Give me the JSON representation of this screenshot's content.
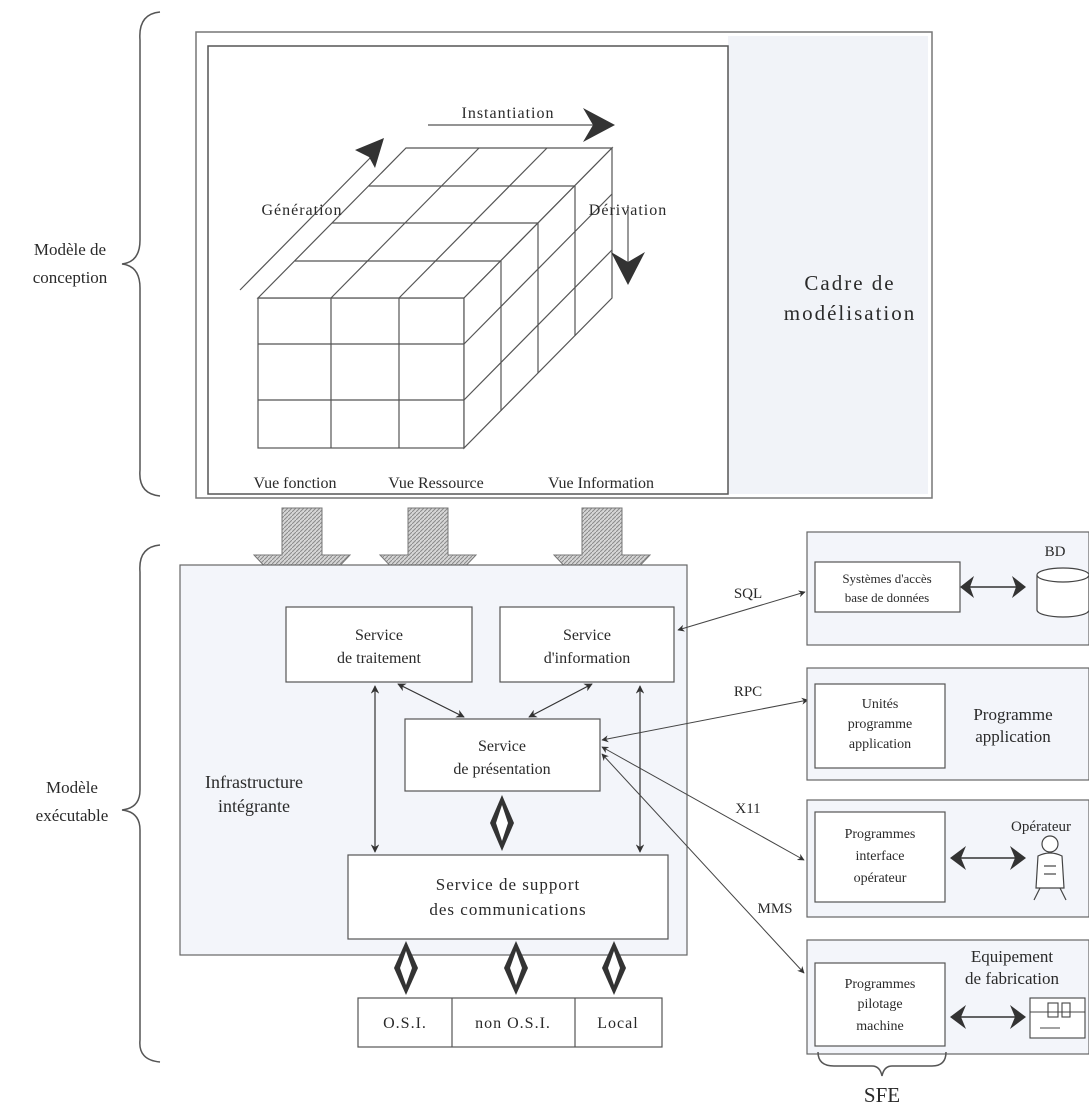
{
  "design_model": {
    "line1": "Modèle de",
    "line2": "conception"
  },
  "exec_model": {
    "line1": "Modèle",
    "line2": "exécutable"
  },
  "framework": {
    "line1": "Cadre de",
    "line2": "modélisation"
  },
  "cube": {
    "instantiation": "Instantiation",
    "generation": "Génération",
    "derivation": "Dérivation",
    "views": [
      "Vue fonction",
      "Vue Ressource",
      "Vue Information"
    ]
  },
  "infrastructure": {
    "line1": "Infrastructure",
    "line2": "intégrante"
  },
  "services": {
    "processing": {
      "line1": "Service",
      "line2": "de traitement"
    },
    "information": {
      "line1": "Service",
      "line2": "d'information"
    },
    "presentation": {
      "line1": "Service",
      "line2": "de présentation"
    },
    "communication": {
      "line1": "Service de support",
      "line2": "des communications"
    }
  },
  "networks": [
    "O.S.I.",
    "non O.S.I.",
    "Local"
  ],
  "protocols": {
    "sql": "SQL",
    "rpc": "RPC",
    "x11": "X11",
    "mms": "MMS"
  },
  "db_box": {
    "line1": "Systèmes d'accès",
    "line2": "base de données",
    "db_label": "BD"
  },
  "app_box": {
    "units": [
      "Unités",
      "programme",
      "application"
    ],
    "label": [
      "Programme",
      "application"
    ]
  },
  "op_box": {
    "programs": [
      "Programmes",
      "interface",
      "opérateur"
    ],
    "label": "Opérateur"
  },
  "mfg_box": {
    "programs": [
      "Programmes",
      "pilotage",
      "machine"
    ],
    "label": [
      "Equipement",
      "de fabrication"
    ]
  },
  "sfe": "SFE"
}
